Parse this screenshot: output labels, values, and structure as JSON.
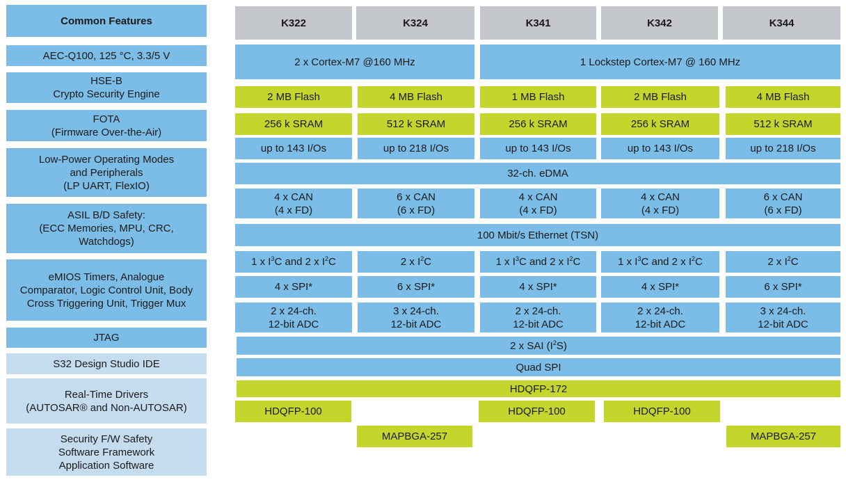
{
  "common_features": {
    "header": "Common Features",
    "items": [
      [
        "AEC-Q100, 125 °C, 3.3/5 V"
      ],
      [
        "HSE-B",
        "Crypto Security Engine"
      ],
      [
        "FOTA",
        "(Firmware Over-the-Air)"
      ],
      [
        "Low-Power Operating Modes",
        "and Peripherals",
        "(LP UART, FlexIO)"
      ],
      [
        "ASIL B/D Safety:",
        "(ECC Memories, MPU, CRC,",
        "Watchdogs)"
      ],
      [
        "eMIOS Timers, Analogue",
        "Comparator, Logic Control Unit, Body",
        "Cross Triggering Unit, Trigger Mux"
      ],
      [
        "JTAG"
      ],
      [
        "S32 Design Studio IDE"
      ],
      [
        "Real-Time Drivers",
        "(AUTOSAR® and Non-AUTOSAR)"
      ],
      [
        "Security F/W Safety",
        "Software Framework",
        "Application Software"
      ]
    ]
  },
  "devices": [
    "K322",
    "K324",
    "K341",
    "K342",
    "K344"
  ],
  "cores": {
    "dual": "2 x Cortex-M7 @160 MHz",
    "lockstep": "1 Lockstep Cortex-M7 @ 160 MHz"
  },
  "flash": [
    "2 MB Flash",
    "4 MB Flash",
    "1 MB Flash",
    "2 MB Flash",
    "4 MB Flash"
  ],
  "sram": [
    "256 k SRAM",
    "512 k SRAM",
    "256 k SRAM",
    "256 k SRAM",
    "512 k SRAM"
  ],
  "ios": [
    "up to 143 I/Os",
    "up to 218 I/Os",
    "up to 143 I/Os",
    "up to 143 I/Os",
    "up to 218 I/Os"
  ],
  "edma": "32-ch. eDMA",
  "can": [
    [
      "4 x CAN",
      "(4 x FD)"
    ],
    [
      "6 x CAN",
      "(6 x FD)"
    ],
    [
      "4 x CAN",
      "(4 x FD)"
    ],
    [
      "4 x CAN",
      "(4 x FD)"
    ],
    [
      "6 x CAN",
      "(6 x FD)"
    ]
  ],
  "ethernet": "100 Mbit/s Ethernet (TSN)",
  "i2c": {
    "a_pre": "1 x I",
    "a_sup1": "3",
    "a_mid": "C and 2 x I",
    "a_sup2": "2",
    "a_post": "C",
    "b_pre": "2 x I",
    "b_sup": "2",
    "b_post": "C"
  },
  "spi": [
    "4 x SPI*",
    "6 x SPI*",
    "4 x SPI*",
    "4 x SPI*",
    "6 x SPI*"
  ],
  "adc": [
    [
      "2 x 24-ch.",
      "12-bit ADC"
    ],
    [
      "3 x 24-ch.",
      "12-bit ADC"
    ],
    [
      "2 x 24-ch.",
      "12-bit ADC"
    ],
    [
      "2 x 24-ch.",
      "12-bit ADC"
    ],
    [
      "3 x 24-ch.",
      "12-bit ADC"
    ]
  ],
  "sai": {
    "pre": "2 x SAI (I",
    "sup": "2",
    "post": "S)"
  },
  "quad_spi": "Quad SPI",
  "packages": {
    "hdqfp172": "HDQFP-172",
    "hdqfp100": "HDQFP-100",
    "mapbga257": "MAPBGA-257"
  },
  "colors": {
    "blue": "#7bbde6",
    "light_blue": "#c5dcef",
    "gray": "#c4c8cc",
    "green": "#c4d52b"
  }
}
